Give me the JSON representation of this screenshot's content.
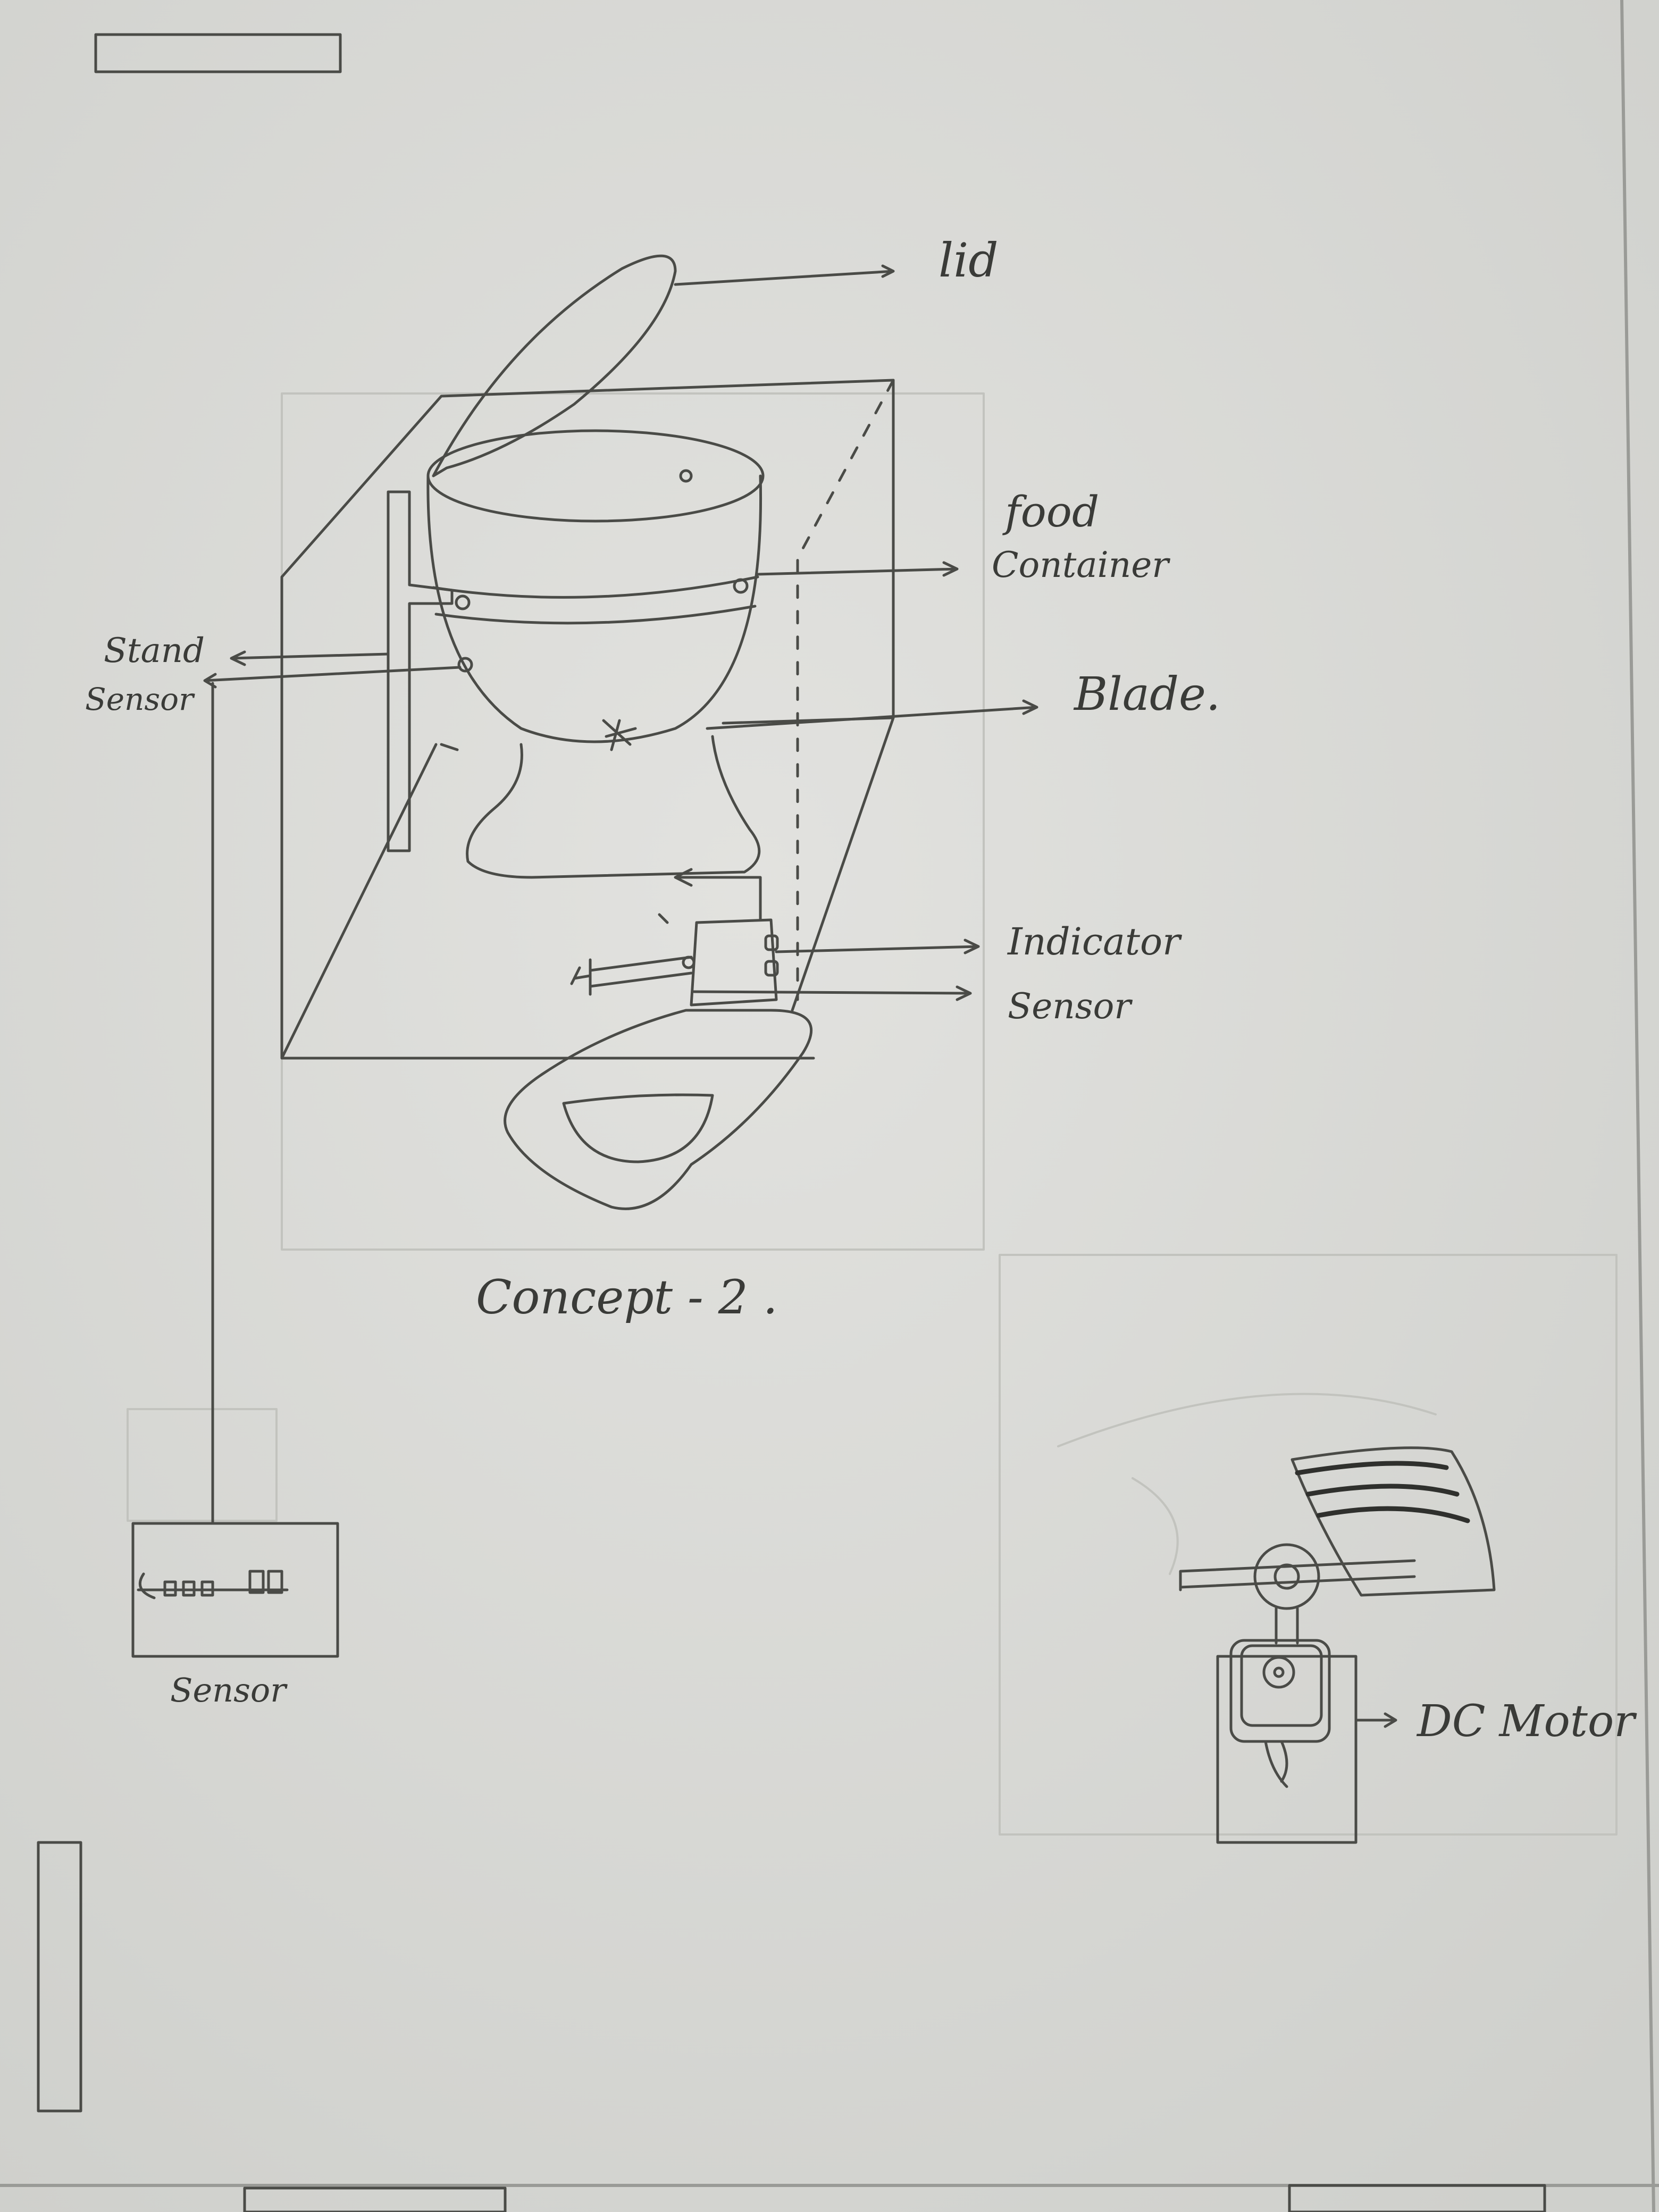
{
  "labels": {
    "lid": "lid",
    "food": "food",
    "container": "Container",
    "blade": "Blade.",
    "stand": "Stand",
    "sensor_left": "Sensor",
    "indicator": "Indicator",
    "sensor_right": "Sensor",
    "concept": "Concept - 2 .",
    "sensor_box": "Sensor",
    "dc_motor": "DC Motor"
  },
  "colors": {
    "paper": "#dcdcd8",
    "pencil": "#3a3b38",
    "faint": "#bfc0bb"
  }
}
